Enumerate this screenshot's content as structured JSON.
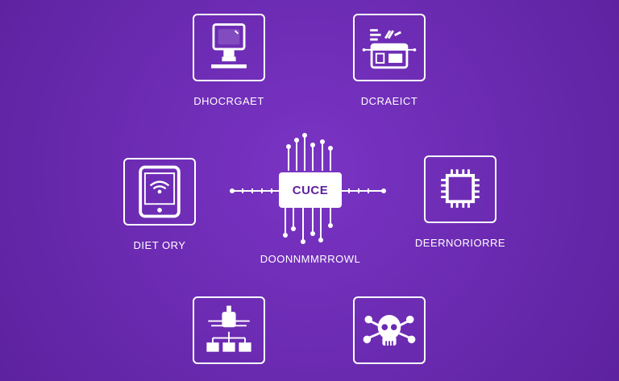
{
  "background_color": "#6a2ab0",
  "line_color": "#ffffff",
  "hub": {
    "label": "CUCE",
    "caption": "DOONNMMRROWL",
    "icon": "microchip-icon"
  },
  "nodes": [
    {
      "id": "top-left",
      "label": "DHOCRGAET",
      "icon": "monitor-icon"
    },
    {
      "id": "top-right",
      "label": "DCRAEICT",
      "icon": "printer-device-icon"
    },
    {
      "id": "middle-left",
      "label": "DIET ORY",
      "icon": "tablet-wifi-icon"
    },
    {
      "id": "middle-right",
      "label": "DEERNORIORRE",
      "icon": "cpu-icon"
    },
    {
      "id": "bottom-left",
      "label": "",
      "icon": "network-tree-icon"
    },
    {
      "id": "bottom-right",
      "label": "",
      "icon": "skull-network-icon"
    }
  ]
}
